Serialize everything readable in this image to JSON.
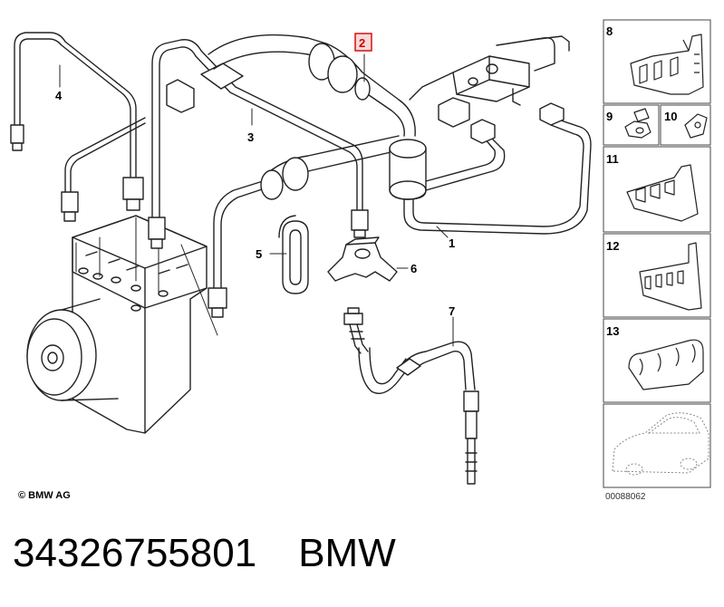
{
  "diagram": {
    "callouts": {
      "p1": "1",
      "p2": "2",
      "p3": "3",
      "p4": "4",
      "p5": "5",
      "p6": "6",
      "p7": "7"
    },
    "highlighted_callout": "2",
    "side_panel": {
      "p8": "8",
      "p9": "9",
      "p10": "10",
      "p11": "11",
      "p12": "12",
      "p13": "13"
    },
    "copyright": "© BMW AG",
    "diagram_number": "00088062",
    "highlight_color": "#d40000"
  },
  "caption": {
    "part_number": "34326755801",
    "brand": "BMW"
  }
}
